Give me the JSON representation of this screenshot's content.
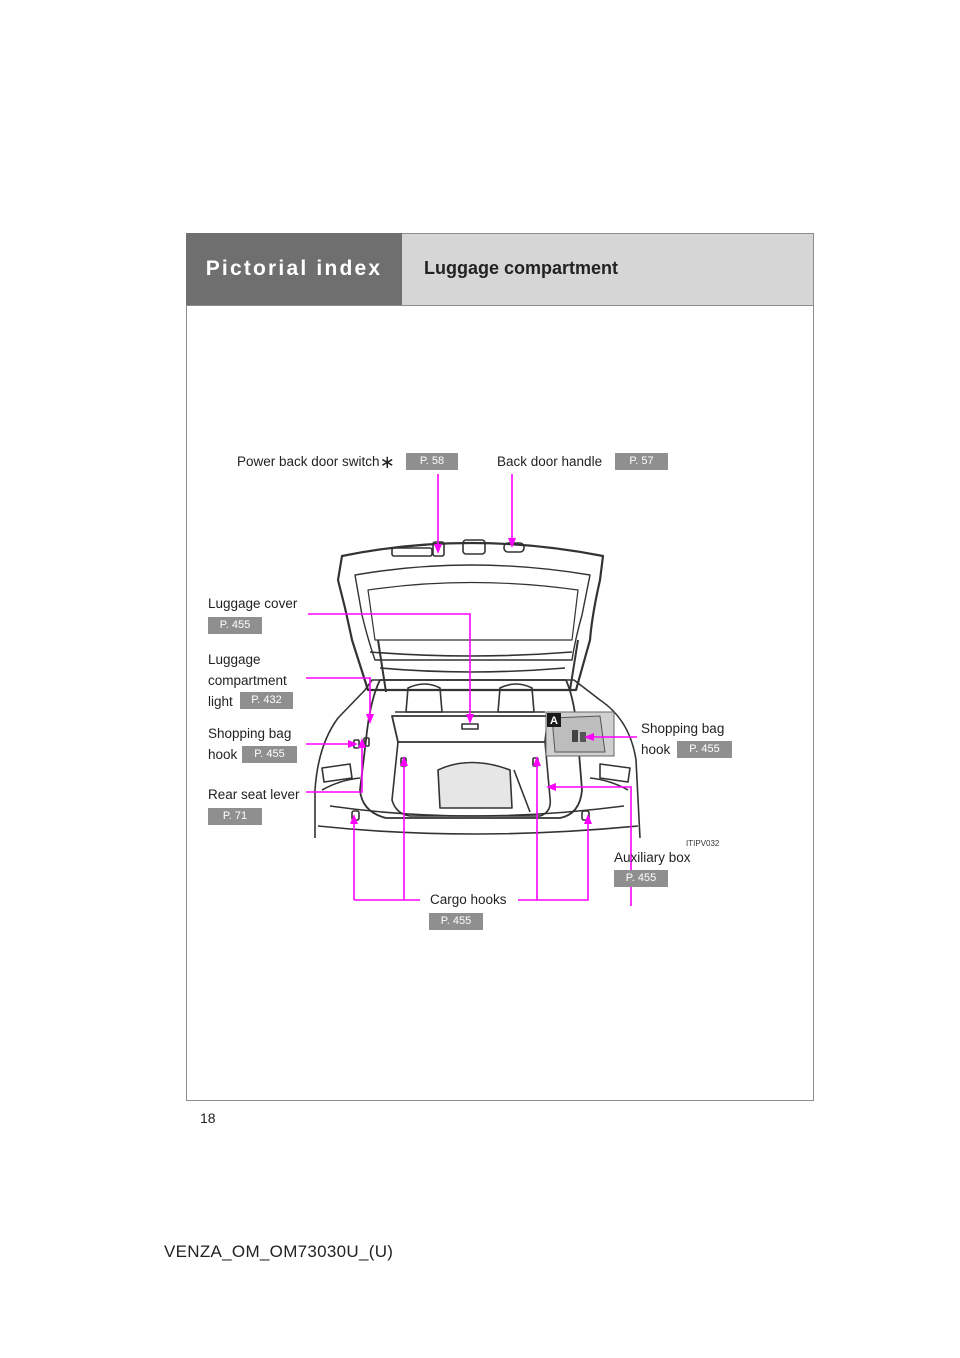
{
  "header": {
    "section": "Pictorial index",
    "title": "Luggage compartment"
  },
  "labels": {
    "power_back_door_switch": {
      "text": "Power back door switch",
      "mark": "∗",
      "page": "P. 58"
    },
    "back_door_handle": {
      "text": "Back door handle",
      "page": "P. 57"
    },
    "luggage_cover": {
      "text": "Luggage cover",
      "page": "P. 455"
    },
    "luggage_compartment_light": {
      "line1": "Luggage",
      "line2": "compartment",
      "line3": "light",
      "page": "P. 432"
    },
    "shopping_bag_hook_left": {
      "line1": "Shopping bag",
      "line2": "hook",
      "page": "P. 455"
    },
    "shopping_bag_hook_right": {
      "line1": "Shopping bag",
      "line2": "hook",
      "page": "P. 455"
    },
    "rear_seat_lever": {
      "text": "Rear seat lever",
      "page": "P. 71"
    },
    "auxiliary_box": {
      "text": "Auxiliary box",
      "page": "P. 455"
    },
    "cargo_hooks": {
      "text": "Cargo hooks",
      "page": "P. 455"
    }
  },
  "figure": {
    "code": "ITIPV032",
    "inset_marker": "A",
    "leader_color": "#ff00ff"
  },
  "page_number": "18",
  "footer": "VENZA_OM_OM73030U_(U)"
}
